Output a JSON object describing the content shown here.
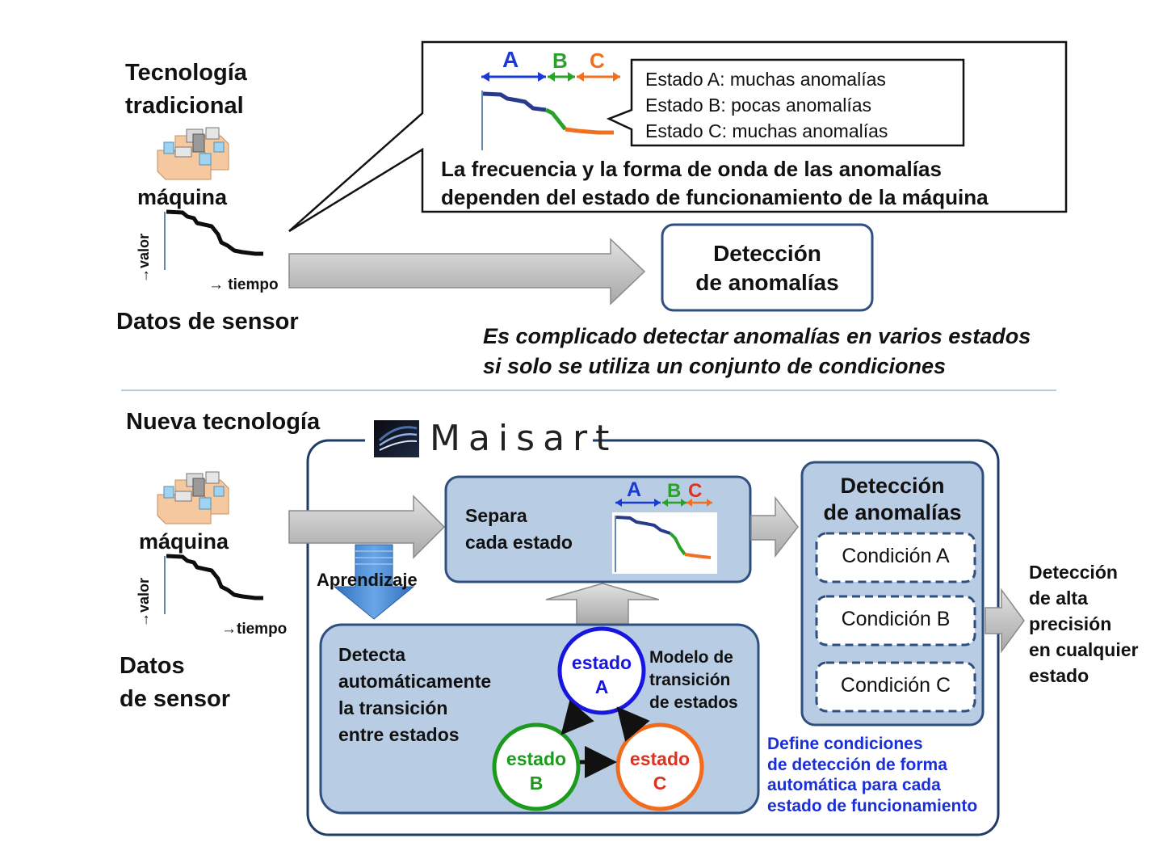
{
  "traditional": {
    "title_line1": "Tecnología",
    "title_line2": "tradicional",
    "machine_label": "máquina",
    "axis_y": "→valor",
    "axis_x": "→ tiempo",
    "sensor_label": "Datos de sensor",
    "callout": {
      "segment_a": "A",
      "segment_b": "B",
      "segment_c": "C",
      "legend": [
        "Estado A: muchas anomalías",
        "Estado B: pocas anomalías",
        "Estado C: muchas anomalías"
      ],
      "caption_line1": "La frecuencia y la forma de onda de las anomalías",
      "caption_line2": "dependen del estado de funcionamiento de la máquina"
    },
    "detection_line1": "Detección",
    "detection_line2": "de anomalías",
    "note_line1": "Es complicado detectar anomalías en varios estados",
    "note_line2": "si solo se utiliza un conjunto de condiciones"
  },
  "new": {
    "title": "Nueva tecnología",
    "brand": "Maisart",
    "machine_label": "máquina",
    "axis_y": "→valor",
    "axis_x": "→tiempo",
    "sensor_line1": "Datos",
    "sensor_line2": "de sensor",
    "separate_line1": "Separa",
    "separate_line2": "cada estado",
    "segment_a": "A",
    "segment_b": "B",
    "segment_c": "C",
    "learning": "Aprendizaje",
    "detects_lines": [
      "Detecta",
      "automáticamente",
      "la transición",
      "entre estados"
    ],
    "model_lines": [
      "Modelo de",
      "transición",
      "de estados"
    ],
    "states": {
      "a_word": "estado",
      "a_letter": "A",
      "b_word": "estado",
      "b_letter": "B",
      "c_word": "estado",
      "c_letter": "C"
    },
    "detection_line1": "Detección",
    "detection_line2": "de anomalías",
    "conditions": [
      "Condición A",
      "Condición B",
      "Condición C"
    ],
    "define_lines": [
      "Define condiciones",
      "de detección de forma",
      "automática para cada",
      "estado de funcionamiento"
    ],
    "result_lines": [
      "Detección",
      "de alta",
      "precisión",
      "en cualquier",
      "estado"
    ]
  },
  "colors": {
    "state_a": "#1616e0",
    "state_b": "#1d9a1d",
    "state_c": "#f26a1b",
    "segment_a": "#1a3ad8",
    "segment_b": "#2aa12a",
    "segment_c": "#f07020",
    "panel_fill": "#b8cce4",
    "panel_border": "#2f4f7f",
    "arrow_gray": "#c8c8c8",
    "learning_blue": "#4a8ad0",
    "note_blue": "#1a2fd6"
  },
  "icons": [
    "machine-icon",
    "sensor-waveform-icon",
    "maisart-logo-icon"
  ]
}
